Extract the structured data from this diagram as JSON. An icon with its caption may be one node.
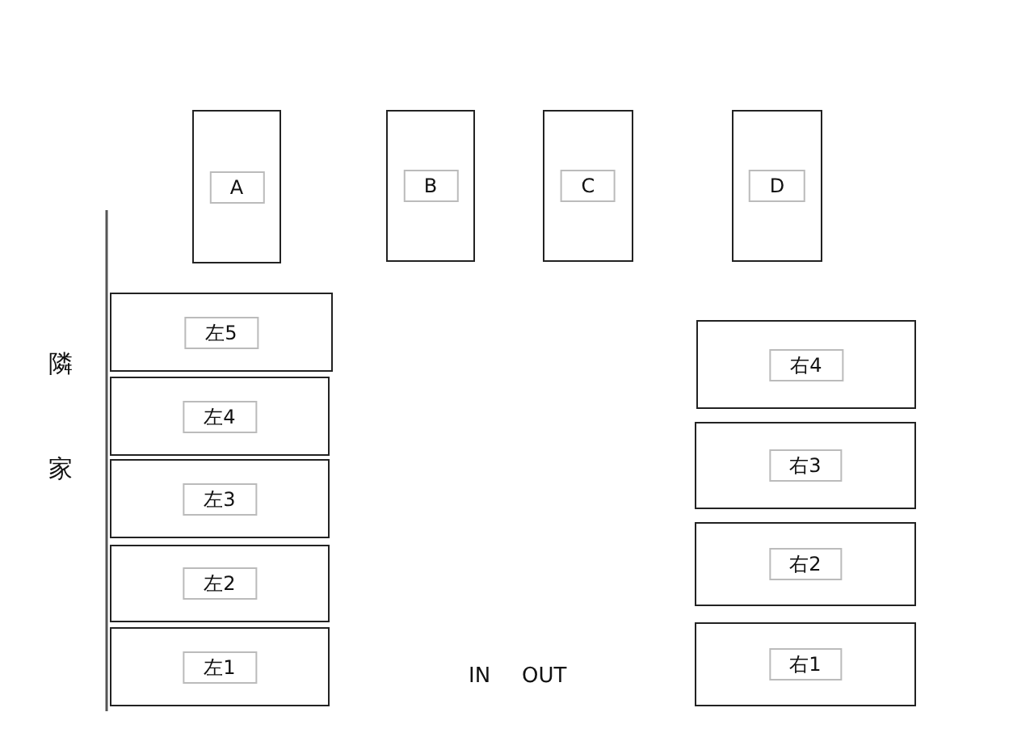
{
  "diagram": {
    "nodes": [
      {
        "text": [
          "A"
        ]
      },
      {
        "text": [
          "B"
        ]
      },
      {
        "text": [
          "C"
        ]
      },
      {
        "text": [
          "D"
        ]
      },
      {
        "text": [
          "左5"
        ]
      },
      {
        "text": [
          "左4"
        ]
      },
      {
        "text": [
          "左3"
        ]
      },
      {
        "text": [
          "左2"
        ]
      },
      {
        "text": [
          "左1"
        ]
      },
      {
        "text": [
          "右4"
        ]
      },
      {
        "text": [
          "右3"
        ]
      },
      {
        "text": [
          "右2"
        ]
      },
      {
        "text": [
          "右1"
        ]
      }
    ],
    "labels": [
      "隣家",
      "IN",
      "OUT"
    ]
  }
}
